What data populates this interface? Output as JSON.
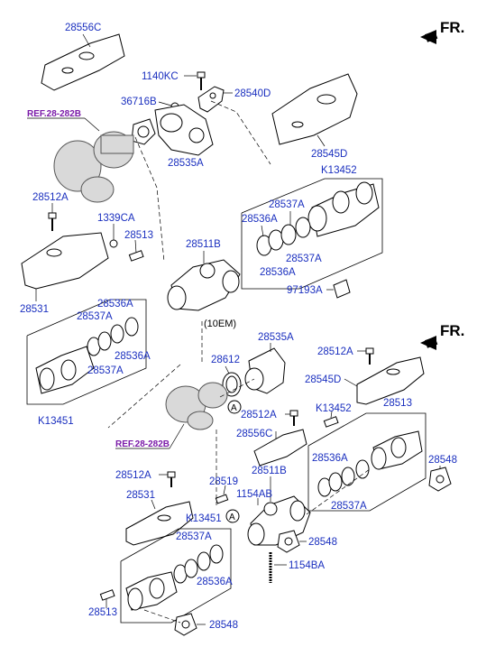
{
  "diagram": {
    "direction_label": "FR.",
    "section_label": "(10EM)",
    "view_marker": "A",
    "labels": [
      {
        "id": "l28556c_top",
        "text": "28556C"
      },
      {
        "id": "l1140kc",
        "text": "1140KC"
      },
      {
        "id": "l36716b",
        "text": "36716B"
      },
      {
        "id": "l28540d",
        "text": "28540D"
      },
      {
        "id": "l28535a_top",
        "text": "28535A"
      },
      {
        "id": "l28545d_top",
        "text": "28545D"
      },
      {
        "id": "lk13452_top",
        "text": "K13452"
      },
      {
        "id": "l28512a_top",
        "text": "28512A"
      },
      {
        "id": "l1339ca",
        "text": "1339CA"
      },
      {
        "id": "l28513_top",
        "text": "28513"
      },
      {
        "id": "l28511b_top",
        "text": "28511B"
      },
      {
        "id": "l28537a_t1",
        "text": "28537A"
      },
      {
        "id": "l28536a_t1",
        "text": "28536A"
      },
      {
        "id": "l28536a_t2",
        "text": "28536A"
      },
      {
        "id": "l28537a_t2",
        "text": "28537A"
      },
      {
        "id": "l97193a",
        "text": "97193A"
      },
      {
        "id": "l28531_top",
        "text": "28531"
      },
      {
        "id": "l28536a_t3",
        "text": "28536A"
      },
      {
        "id": "l28537a_t3",
        "text": "28537A"
      },
      {
        "id": "l28536a_t4",
        "text": "28536A"
      },
      {
        "id": "l28537a_t4",
        "text": "28537A"
      },
      {
        "id": "lk13451_top",
        "text": "K13451"
      },
      {
        "id": "l28535a_bot",
        "text": "28535A"
      },
      {
        "id": "l28612",
        "text": "28612"
      },
      {
        "id": "l28512a_b1",
        "text": "28512A"
      },
      {
        "id": "l28545d_bot",
        "text": "28545D"
      },
      {
        "id": "lk13452_bot",
        "text": "K13452"
      },
      {
        "id": "l28513_b1",
        "text": "28513"
      },
      {
        "id": "l28512a_b2",
        "text": "28512A"
      },
      {
        "id": "l28556c_bot",
        "text": "28556C"
      },
      {
        "id": "l28536a_b1",
        "text": "28536A"
      },
      {
        "id": "l28548_b1",
        "text": "28548"
      },
      {
        "id": "l28537a_b1",
        "text": "28537A"
      },
      {
        "id": "l28511b_bot",
        "text": "28511B"
      },
      {
        "id": "l28512a_b3",
        "text": "28512A"
      },
      {
        "id": "l28519",
        "text": "28519"
      },
      {
        "id": "l1154ab",
        "text": "1154AB"
      },
      {
        "id": "l28531_bot",
        "text": "28531"
      },
      {
        "id": "lk13451_bot",
        "text": "K13451"
      },
      {
        "id": "l28537a_b2",
        "text": "28537A"
      },
      {
        "id": "l28548_b2",
        "text": "28548"
      },
      {
        "id": "l28536a_b2",
        "text": "28536A"
      },
      {
        "id": "l1154ba",
        "text": "1154BA"
      },
      {
        "id": "l28513_b2",
        "text": "28513"
      },
      {
        "id": "l28548_b3",
        "text": "28548"
      }
    ],
    "references": [
      {
        "id": "ref_top",
        "text": "REF.28-282B"
      },
      {
        "id": "ref_bot",
        "text": "REF.28-282B"
      }
    ]
  }
}
